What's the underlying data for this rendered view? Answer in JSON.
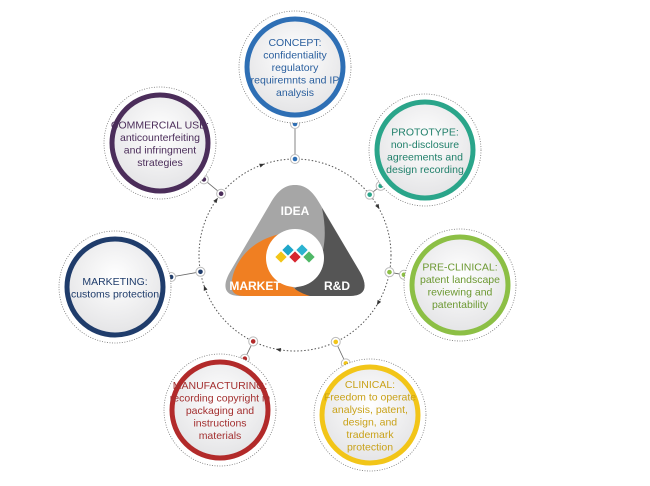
{
  "center": {
    "segments": [
      {
        "label": "IDEA",
        "color": "#a6a6a6"
      },
      {
        "label": "R&D",
        "color": "#555555"
      },
      {
        "label": "MARKET",
        "color": "#f07f22"
      }
    ],
    "logo_colors": [
      "#1fa6c9",
      "#2bb3d1",
      "#f2c518",
      "#d7262f",
      "#4fb867"
    ]
  },
  "stages": [
    {
      "id": "concept",
      "color": "#2e6fb5",
      "text_color": "#2a5f9e",
      "lines": [
        "CONCEPT:",
        "confidentiality",
        "regulatory",
        "requiremnts and IP",
        "analysis"
      ]
    },
    {
      "id": "prototype",
      "color": "#2aa58a",
      "text_color": "#21806b",
      "lines": [
        "PROTOTYPE:",
        "non-disclosure",
        "agreements and",
        "design recording"
      ]
    },
    {
      "id": "pre-clinical",
      "color": "#8cbf45",
      "text_color": "#6d9933",
      "lines": [
        "PRE-CLINICAL:",
        "patent landscape",
        "reviewing and",
        "patentability"
      ]
    },
    {
      "id": "clinical",
      "color": "#f2c518",
      "text_color": "#c9a21a",
      "lines": [
        "CLINICAL:",
        "Freedom to operate",
        "analysis, patent,",
        "design, and",
        "trademark",
        "protection"
      ]
    },
    {
      "id": "manufacturing",
      "color": "#b22a2a",
      "text_color": "#a33030",
      "lines": [
        "MANUFACTURING:",
        "recording copyright in",
        "packaging and",
        "instructions",
        "materials"
      ]
    },
    {
      "id": "marketing",
      "color": "#1f3c6b",
      "text_color": "#1f3c6b",
      "lines": [
        "MARKETING:",
        "customs protection"
      ]
    },
    {
      "id": "commercial-use",
      "color": "#4b2d5a",
      "text_color": "#4b2d5a",
      "lines": [
        "COMMERCIAL USE:",
        "anticounterfeiting",
        "and infringment",
        "strategies"
      ]
    }
  ]
}
